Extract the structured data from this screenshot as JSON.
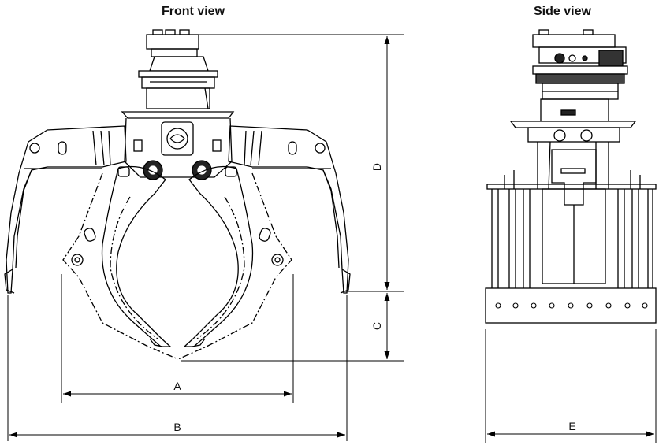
{
  "views": {
    "front": {
      "title": "Front view"
    },
    "side": {
      "title": "Side view"
    }
  },
  "dimensions": {
    "A": "A",
    "B": "B",
    "C": "C",
    "D": "D",
    "E": "E"
  }
}
